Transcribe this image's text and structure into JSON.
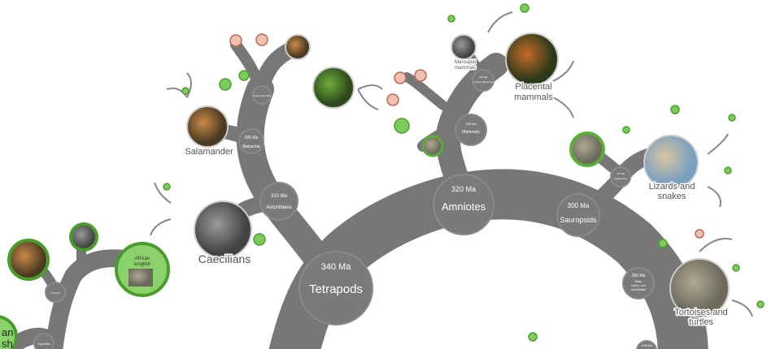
{
  "nodes": {
    "tetrapods": {
      "age": "340 Ma",
      "name": "Tetrapods"
    },
    "amniotes": {
      "age": "320 Ma",
      "name": "Amniotes"
    },
    "amphibians": {
      "age": "310 Ma",
      "name": "Amphibians"
    },
    "batrachia": {
      "age": "295 Ma",
      "name": "Batrachia"
    },
    "frogs": {
      "name": "Frogs and toads"
    },
    "mammals": {
      "age": "180 Ma",
      "name": "Mammals"
    },
    "therian": {
      "age": "160 Ma",
      "name": "Therian Mammals"
    },
    "sauropsids": {
      "age": "300 Ma",
      "name": "Sauropsids"
    },
    "lepidosaurs": {
      "age": "270 Ma",
      "name": "Lepidosaurs"
    },
    "archelosauria": {
      "age": "265 Ma",
      "name1": "Birds,",
      "name2": "turtles, and",
      "name3": "crocodilians"
    },
    "next": {
      "age": "248 Ma"
    },
    "three_species": {
      "name": "3 species"
    },
    "six_species": {
      "name": "6 species"
    }
  },
  "leaves": {
    "salamander": "Salamander",
    "caecilians": "Caecilians",
    "placental1": "Placental",
    "placental2": "mammals",
    "marsupial1": "Marsupial",
    "marsupial2": "mammals",
    "lizards1": "Lizards and",
    "lizards2": "snakes",
    "tortoises1": "Tortoises and",
    "tortoises2": "turtles",
    "lungfish1": "African",
    "lungfish2": "lungfish",
    "left_partial1": "an",
    "left_partial2": "sh"
  }
}
